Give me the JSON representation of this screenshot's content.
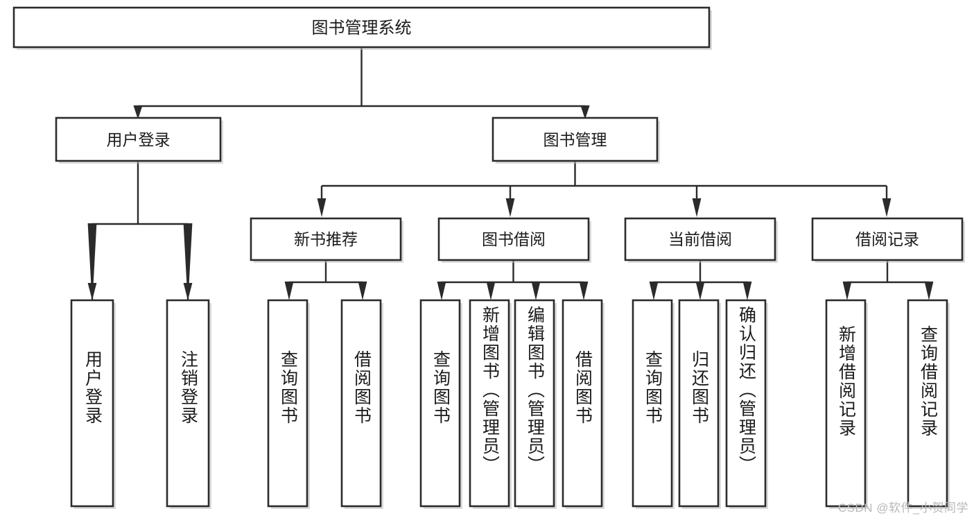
{
  "diagram": {
    "type": "tree-hierarchy",
    "title": "图书管理系统",
    "watermark": "CSDN @软件_小贺同学",
    "colors": {
      "box_stroke": "#2b2b2b",
      "box_fill": "#ffffff",
      "connector": "#2b2b2b",
      "text": "#1b1b1b",
      "watermark": "#b8b8b8",
      "background": "#ffffff"
    },
    "levels": {
      "root": {
        "label": "图书管理系统"
      },
      "level2": [
        {
          "label": "用户登录"
        },
        {
          "label": "图书管理"
        }
      ],
      "level3": [
        {
          "label": "新书推荐"
        },
        {
          "label": "图书借阅"
        },
        {
          "label": "当前借阅"
        },
        {
          "label": "借阅记录"
        }
      ],
      "leaves": {
        "user_login": [
          {
            "label": "用户登录"
          },
          {
            "label": "注销登录"
          }
        ],
        "new_book_recommend": [
          {
            "label": "查询图书"
          },
          {
            "label": "借阅图书"
          }
        ],
        "book_borrow": [
          {
            "label": "查询图书"
          },
          {
            "label": "新增图书（管理员）"
          },
          {
            "label": "编辑图书（管理员）"
          },
          {
            "label": "借阅图书"
          }
        ],
        "current_borrow": [
          {
            "label": "查询图书"
          },
          {
            "label": "归还图书"
          },
          {
            "label": "确认归还（管理员）"
          }
        ],
        "borrow_record": [
          {
            "label": "新增借阅记录"
          },
          {
            "label": "查询借阅记录"
          }
        ]
      }
    },
    "edges": [
      {
        "from": "图书管理系统",
        "to": "用户登录"
      },
      {
        "from": "图书管理系统",
        "to": "图书管理"
      },
      {
        "from": "用户登录",
        "to": "用户登录"
      },
      {
        "from": "用户登录",
        "to": "注销登录"
      },
      {
        "from": "图书管理",
        "to": "新书推荐"
      },
      {
        "from": "图书管理",
        "to": "图书借阅"
      },
      {
        "from": "图书管理",
        "to": "当前借阅"
      },
      {
        "from": "图书管理",
        "to": "借阅记录"
      },
      {
        "from": "新书推荐",
        "to": "查询图书"
      },
      {
        "from": "新书推荐",
        "to": "借阅图书"
      },
      {
        "from": "图书借阅",
        "to": "查询图书"
      },
      {
        "from": "图书借阅",
        "to": "新增图书（管理员）"
      },
      {
        "from": "图书借阅",
        "to": "编辑图书（管理员）"
      },
      {
        "from": "图书借阅",
        "to": "借阅图书"
      },
      {
        "from": "当前借阅",
        "to": "查询图书"
      },
      {
        "from": "当前借阅",
        "to": "归还图书"
      },
      {
        "from": "当前借阅",
        "to": "确认归还（管理员）"
      },
      {
        "from": "借阅记录",
        "to": "新增借阅记录"
      },
      {
        "from": "借阅记录",
        "to": "查询借阅记录"
      }
    ]
  }
}
